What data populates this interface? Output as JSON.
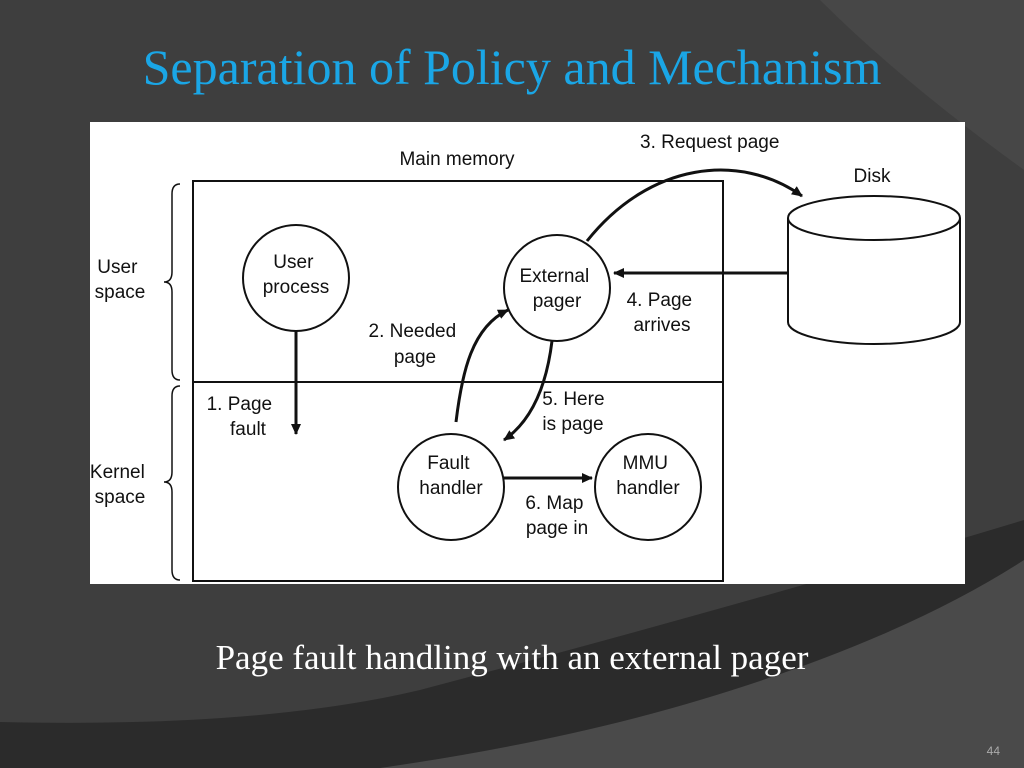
{
  "slide": {
    "title": "Separation of Policy and Mechanism",
    "caption": "Page fault handling with an external pager",
    "number": "44",
    "colors": {
      "background": "#3e3e3e",
      "title": "#1aa6e6",
      "caption": "#ffffff"
    }
  },
  "diagram": {
    "main_memory_label": "Main memory",
    "disk_label": "Disk",
    "user_space_label": [
      "User",
      "space"
    ],
    "kernel_space_label": [
      "Kernel",
      "space"
    ],
    "nodes": {
      "user_process": [
        "User",
        "process"
      ],
      "external_pager": [
        "External",
        "pager"
      ],
      "fault_handler": [
        "Fault",
        "handler"
      ],
      "mmu_handler": [
        "MMU",
        "handler"
      ]
    },
    "steps": {
      "step1": [
        "1. Page",
        "fault"
      ],
      "step2": [
        "2. Needed",
        "page"
      ],
      "step3": [
        "3. Request page"
      ],
      "step4": [
        "4. Page",
        "arrives"
      ],
      "step5": [
        "5. Here",
        "is page"
      ],
      "step6": [
        "6. Map",
        "page in"
      ]
    }
  }
}
